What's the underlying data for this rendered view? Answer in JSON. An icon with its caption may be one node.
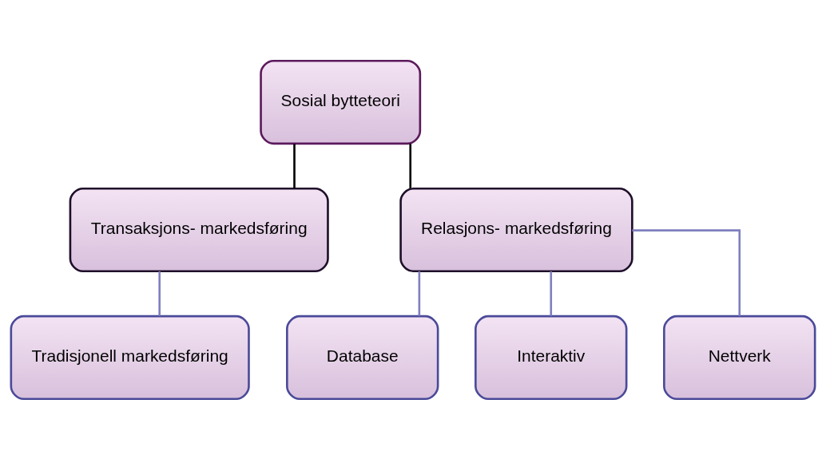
{
  "diagram": {
    "nodes": [
      {
        "text": [
          "Sosial bytteteori"
        ]
      },
      {
        "text": [
          "Transaksjons- markedsføring"
        ]
      },
      {
        "text": [
          "Relasjons- markedsføring"
        ]
      },
      {
        "text": [
          "Tradisjonell markedsføring"
        ]
      },
      {
        "text": [
          "Database"
        ]
      },
      {
        "text": [
          "Interaktiv"
        ]
      },
      {
        "text": [
          "Nettverk"
        ]
      }
    ],
    "edges": [
      {
        "from": 0,
        "to": 1,
        "arrow": "none",
        "color": "#000000"
      },
      {
        "from": 0,
        "to": 2,
        "arrow": "none",
        "color": "#000000"
      },
      {
        "from": 1,
        "to": 3,
        "arrow": "none"
      },
      {
        "from": 2,
        "to": 4,
        "arrow": "none"
      },
      {
        "from": 2,
        "to": 5,
        "arrow": "none"
      },
      {
        "from": 2,
        "to": 6,
        "arrow": "none"
      }
    ]
  }
}
